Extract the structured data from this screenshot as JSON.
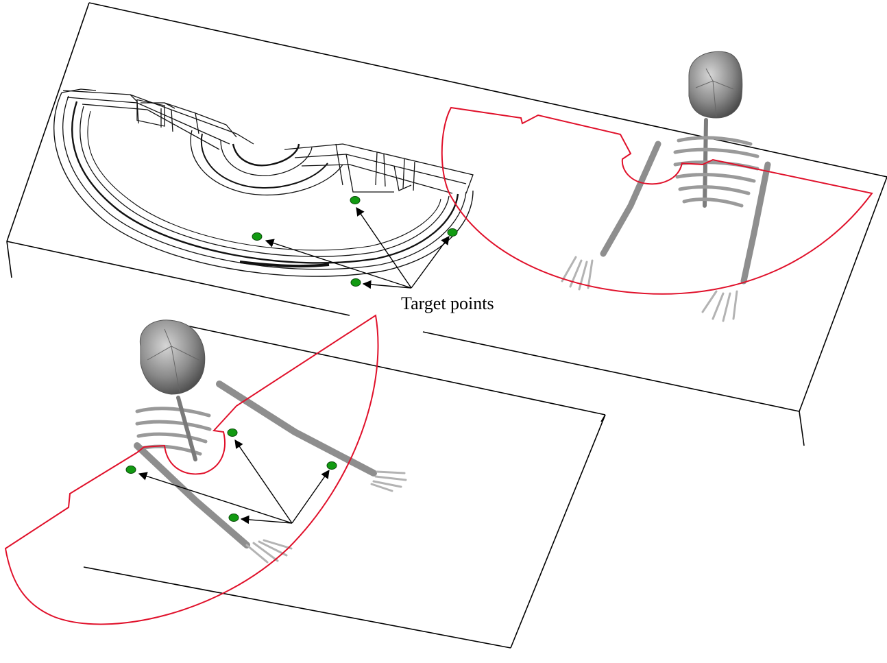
{
  "annotation": {
    "label": "Target points"
  },
  "colors": {
    "workspace_outline": "#e0102a",
    "target_point": "#129a12",
    "frame_line": "#000000",
    "skeleton": "#8c8c8c"
  },
  "panels": [
    {
      "name": "top-left",
      "content": "wireframe-tabletop-workspace",
      "target_points": 4
    },
    {
      "name": "top-right",
      "content": "skeleton-reach-envelope",
      "target_points": 0
    },
    {
      "name": "bottom",
      "content": "skeleton-with-targets",
      "target_points": 4
    }
  ]
}
